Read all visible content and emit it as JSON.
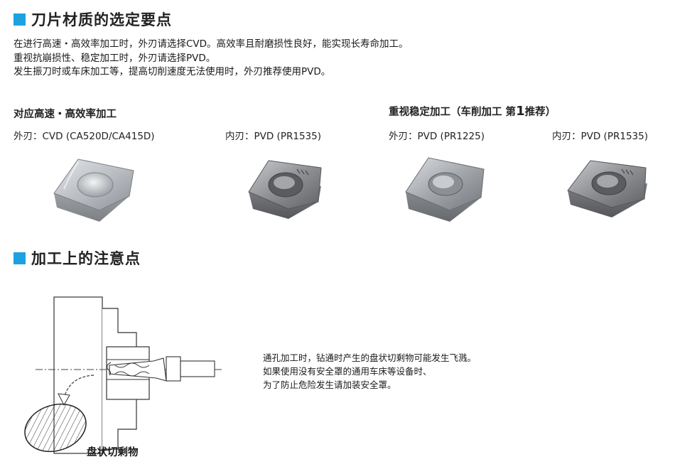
{
  "section1": {
    "title": "刀片材质的选定要点",
    "lines": [
      "在进行高速・高效率加工时，外刃请选择CVD。高效率且耐磨损性良好，能实现长寿命加工。",
      "重视抗崩损性、稳定加工时，外刃请选择PVD。",
      "发生振刀时或车床加工等，提高切削速度无法使用时，外刃推荐使用PVD。"
    ]
  },
  "group_high_speed": {
    "title": "对应高速・高效率加工",
    "outer": "外刃：CVD (CA520D/CA415D)",
    "inner": "内刃：PVD (PR1535)"
  },
  "group_stable": {
    "title_prefix": "重视稳定加工（车削加工 第",
    "title_num": "1",
    "title_suffix": "推荐）",
    "outer": "外刃：PVD (PR1225)",
    "inner": "内刃：PVD (PR1535)"
  },
  "section2": {
    "title": "加工上的注意点",
    "note_lines": [
      "通孔加工时，钻通时产生的盘状切剩物可能发生飞溅。",
      "如果使用没有安全罩的通用车床等设备时、",
      "为了防止危险发生请加装安全罩。"
    ],
    "chip_label": "盘状切剩物"
  },
  "colors": {
    "accent": "#1ea1e0",
    "cvd_insert": "#b9bdc2",
    "pvd_insert": "#8a8c90"
  }
}
